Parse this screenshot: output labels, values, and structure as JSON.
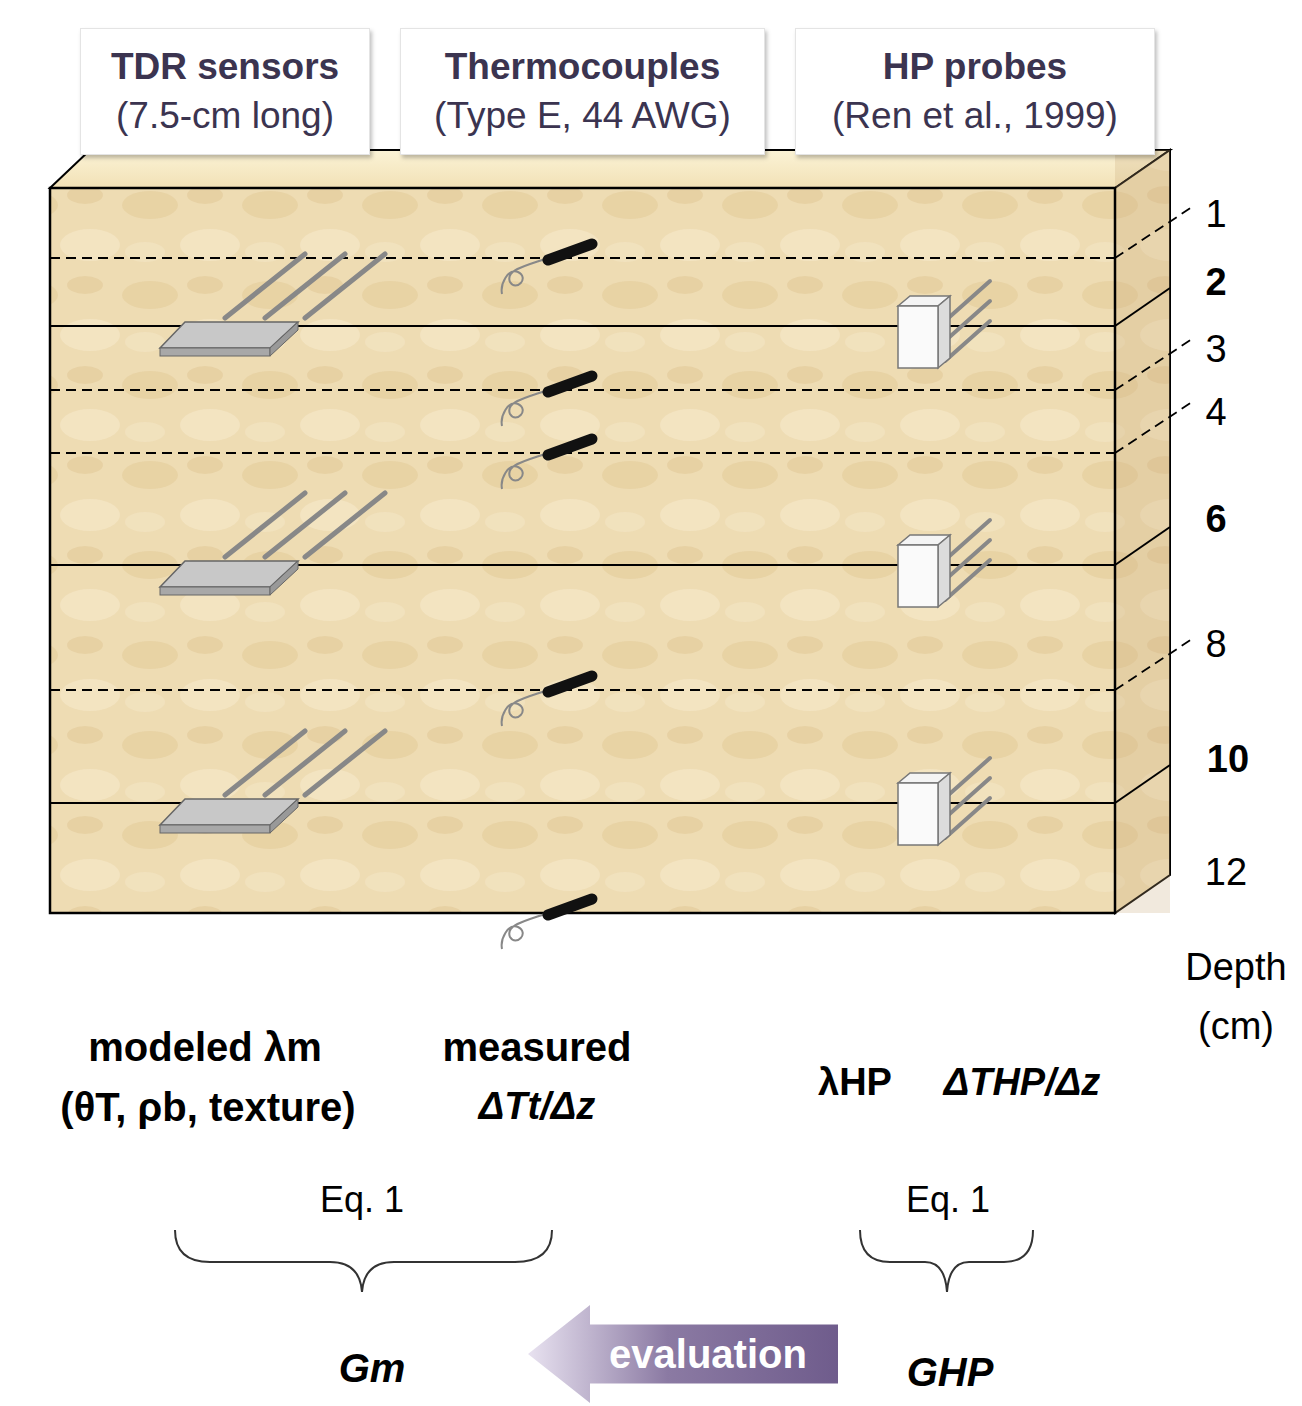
{
  "diagram": {
    "nodes": [
      {
        "text": [
          "TDR sensors",
          "(7.5-cm long)"
        ]
      },
      {
        "text": [
          "Thermocouples",
          "(Type E, 44 AWG)"
        ]
      },
      {
        "text": [
          "HP probes",
          "(Ren et al., 1999)"
        ]
      },
      {
        "text": [
          "evaluation"
        ]
      }
    ],
    "labels": [
      "1",
      "2",
      "3",
      "4",
      "6",
      "8",
      "10",
      "12",
      "Depth",
      "(cm)",
      "modeled λm",
      "(θT, ρb, texture)",
      "measured",
      "ΔTt/Δz",
      "λHP",
      "ΔTHP/Δz",
      "Eq. 1",
      "Eq. 1",
      "Gm",
      "GHP"
    ]
  }
}
